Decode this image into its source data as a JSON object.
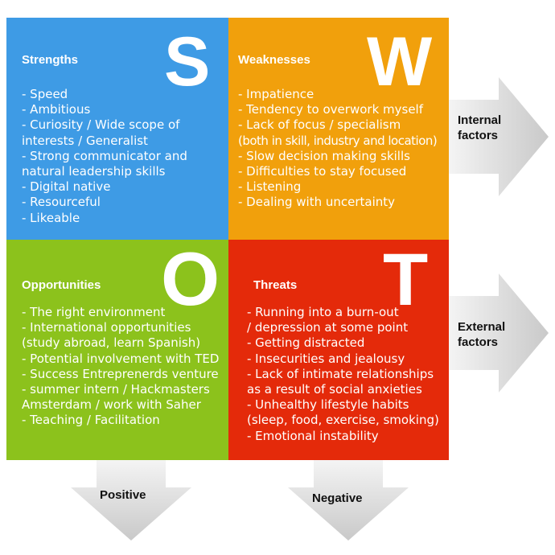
{
  "strengths": {
    "letter": "S",
    "title": "Strengths",
    "items": [
      "- Speed",
      "- Ambitious",
      "- Curiosity / Wide scope of",
      "interests / Generalist",
      "- Strong communicator and",
      "natural leadership skills",
      "- Digital native",
      "- Resourceful",
      "- Likeable"
    ]
  },
  "weaknesses": {
    "letter": "W",
    "title": "Weaknesses",
    "items": [
      "- Impatience",
      "- Tendency to overwork myself",
      "- Lack of focus / specialism",
      "(both in skill, industry and location)",
      "- Slow decision making skills",
      "- Difficulties to stay focused",
      "- Listening",
      "- Dealing with uncertainty"
    ]
  },
  "opportunities": {
    "letter": "O",
    "title": "Opportunities",
    "items": [
      "- The right environment",
      "- International opportunities",
      "(study abroad, learn Spanish)",
      "- Potential involvement with TED",
      "- Success Entreprenerds venture",
      "- summer intern / Hackmasters",
      "Amsterdam / work with Saher",
      "- Teaching / Facilitation"
    ]
  },
  "threats": {
    "letter": "T",
    "title": "Threats",
    "items": [
      "- Running into a burn-out",
      "/ depression at some point",
      "- Getting distracted",
      "- Insecurities and jealousy",
      "- Lack of intimate relationships",
      "as a result of social anxieties",
      "- Unhealthy lifestyle habits",
      "(sleep, food, exercise, smoking)",
      "- Emotional instability"
    ]
  },
  "arrows": {
    "internal": {
      "line1": "Internal",
      "line2": "factors"
    },
    "external": {
      "line1": "External",
      "line2": "factors"
    },
    "positive": "Positive",
    "negative": "Negative"
  },
  "colors": {
    "strengths": "#3e9be5",
    "weaknesses": "#f1a00c",
    "opportunities": "#8cc21c",
    "threats": "#e42a0a",
    "arrow_light": "#f2f2f2",
    "arrow_dark": "#c8c8c8"
  }
}
